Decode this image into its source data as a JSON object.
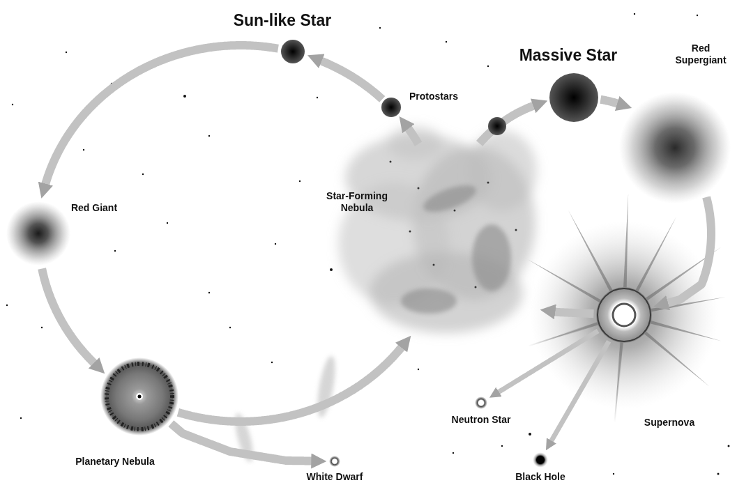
{
  "diagram": {
    "nodes": [
      {
        "text": [
          "Sun-like Star"
        ]
      },
      {
        "text": [
          "Massive Star"
        ]
      },
      {
        "text": [
          "Red Supergiant"
        ]
      },
      {
        "text": [
          "Protostars"
        ]
      },
      {
        "text": [
          "Red Giant"
        ]
      },
      {
        "text": [
          "Star-Forming Nebula"
        ]
      },
      {
        "text": [
          "Neutron Star"
        ]
      },
      {
        "text": [
          "Supernova"
        ]
      },
      {
        "text": [
          "Planetary Nebula"
        ]
      },
      {
        "text": [
          "White Dwarf"
        ]
      },
      {
        "text": [
          "Black Hole"
        ]
      }
    ],
    "edges": [
      {
        "from": 5,
        "to": 3,
        "arrow": "to"
      },
      {
        "from": 3,
        "to": 0,
        "arrow": "to"
      },
      {
        "from": 0,
        "to": 4,
        "arrow": "to"
      },
      {
        "from": 4,
        "to": 8,
        "arrow": "to"
      },
      {
        "from": 8,
        "to": 9,
        "arrow": "to"
      },
      {
        "from": 8,
        "to": 5,
        "arrow": "to"
      },
      {
        "from": 5,
        "to": 1,
        "arrow": "to"
      },
      {
        "from": 1,
        "to": 2,
        "arrow": "to"
      },
      {
        "from": 2,
        "to": 7,
        "arrow": "to"
      },
      {
        "from": 7,
        "to": 5,
        "arrow": "to"
      },
      {
        "from": 7,
        "to": 6,
        "arrow": "to"
      },
      {
        "from": 7,
        "to": 10,
        "arrow": "to"
      }
    ]
  }
}
